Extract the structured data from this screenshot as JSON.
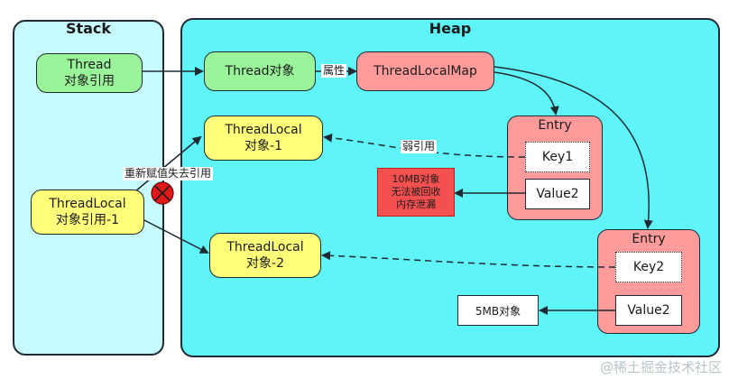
{
  "containers": {
    "stack_title": "Stack",
    "heap_title": "Heap"
  },
  "stack": {
    "thread_ref": "Thread\n对象引用",
    "threadlocal_ref": "ThreadLocal\n对象引用-1"
  },
  "heap": {
    "thread_obj": "Thread对象",
    "threadlocalmap": "ThreadLocalMap",
    "threadlocal_obj_1": "ThreadLocal\n对象-1",
    "threadlocal_obj_2": "ThreadLocal\n对象-2",
    "entry1": {
      "title": "Entry",
      "key": "Key1",
      "value": "Value2"
    },
    "entry2": {
      "title": "Entry",
      "key": "Key2",
      "value": "Value2"
    },
    "leak_note": "10MB对象\n无法被回收\n内存泄漏",
    "obj_5mb": "5MB对象"
  },
  "labels": {
    "attribute": "属性",
    "weak_ref": "弱引用",
    "reassign": "重新赋值失去引用"
  },
  "watermark": "@稀土掘金技术社区",
  "colors": {
    "stack_bg": "#c8fbff",
    "heap_bg": "#5ff4f8",
    "green": "#9af59a",
    "yellow": "#ffff7a",
    "pink": "#ff9b9b",
    "red": "#f45050"
  }
}
